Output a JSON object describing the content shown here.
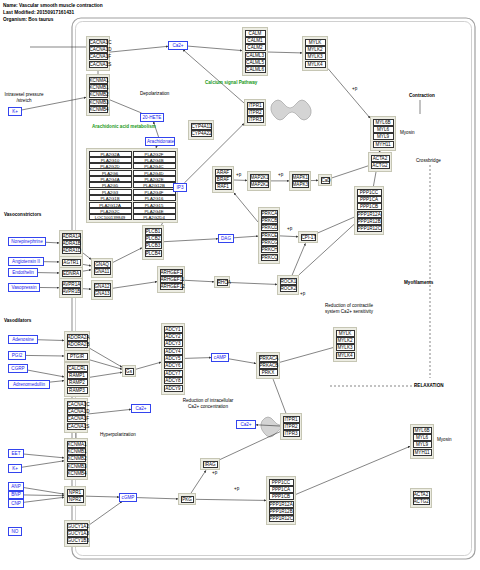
{
  "diagram": {
    "title": "Name: Vascular smooth muscle contraction",
    "nodes": [
      {
        "text": [
          "CACNA1C",
          "CACNA1D",
          "CACNA1F",
          "CACNA1S"
        ]
      },
      {
        "text": [
          "Ca2+"
        ]
      },
      {
        "text": [
          "CALM",
          "CALM1",
          "CALM2",
          "CALML3",
          "CALML5",
          "CALML6"
        ]
      },
      {
        "text": [
          "MYLK",
          "MYLK2",
          "MYLK3",
          "MYLK4"
        ]
      },
      {
        "text": [
          "KCNMA1",
          "KCNMB1",
          "KCNMB2",
          "KCNMB3",
          "KCNMB4"
        ]
      },
      {
        "text": [
          "K+"
        ]
      },
      {
        "text": [
          "20-HETE"
        ]
      },
      {
        "text": [
          "Arachidonate"
        ]
      },
      {
        "text": [
          "CYP4A11",
          "CYP4A22"
        ]
      },
      {
        "text": [
          "ITPR1",
          "ITPR2",
          "ITPR3"
        ]
      },
      {
        "text": [
          "MYL6B",
          "MYL6",
          "MYL9",
          "MYH11"
        ]
      },
      {
        "text": [
          "PLA2G2A",
          "PLA2G2F",
          "PLA2G10",
          "PLA2G4B",
          "PLA2G2D",
          "PLA2G4C",
          "PLA2G6",
          "PLA2G4D",
          "PLA2G4A",
          "PLA2G2E",
          "PLA2G5",
          "PLA2G12B",
          "PLA2G3",
          "PLA2G4F",
          "PLA2G1B",
          "PLA2G16",
          "PLA2G12A",
          "PLA2G15",
          "PLA2G2C",
          "PLA2G4E",
          "LOC100139849",
          "PLA2G2D4"
        ]
      },
      {
        "text": [
          "ACTA2",
          "ACTG2"
        ]
      },
      {
        "text": [
          "ARAF",
          "BRAF",
          "RAF1"
        ]
      },
      {
        "text": [
          "MAP2K1",
          "MAP2K2"
        ]
      },
      {
        "text": [
          "MAPK1",
          "MAPK3"
        ]
      },
      {
        "text": [
          "CaD"
        ]
      },
      {
        "text": [
          "IP3"
        ]
      },
      {
        "text": [
          "PLCB1",
          "PLCB2",
          "PLCB3",
          "PLCB4"
        ]
      },
      {
        "text": [
          "DAG"
        ]
      },
      {
        "text": [
          "PRKCA",
          "PRKCB",
          "PRKCD",
          "PRKCE",
          "PRKCG",
          "PRKCH",
          "PRKCQ"
        ]
      },
      {
        "text": [
          "CPI-17"
        ]
      },
      {
        "text": [
          "PPP1CC",
          "PPP1CA",
          "PPP1CB",
          "PPP1R12A",
          "PPP1R12B",
          "PPP1R12C"
        ]
      },
      {
        "text": [
          "Norepinephrine"
        ]
      },
      {
        "text": [
          "ADRA1A",
          "ADRA1B",
          "ADRA1D"
        ]
      },
      {
        "text": [
          "Angiotensin II"
        ]
      },
      {
        "text": [
          "AGTR1"
        ]
      },
      {
        "text": [
          "Endothelin"
        ]
      },
      {
        "text": [
          "EDNRA"
        ]
      },
      {
        "text": [
          "Vasopressin"
        ]
      },
      {
        "text": [
          "AVPR1A",
          "AVPR1B"
        ]
      },
      {
        "text": [
          "GNAQ",
          "GNA11"
        ]
      },
      {
        "text": [
          "GNA12",
          "GNA13"
        ]
      },
      {
        "text": [
          "ARHGEF1",
          "ARHGEF11",
          "ARHGEF12"
        ]
      },
      {
        "text": [
          "RHOA"
        ]
      },
      {
        "text": [
          "ROCK1",
          "ROCK2"
        ]
      },
      {
        "text": [
          "Adenosine"
        ]
      },
      {
        "text": [
          "ADORA2A",
          "ADORA2B"
        ]
      },
      {
        "text": [
          "PGI2"
        ]
      },
      {
        "text": [
          "PTGIR"
        ]
      },
      {
        "text": [
          "CGRP"
        ]
      },
      {
        "text": [
          "Adrenomedullin"
        ]
      },
      {
        "text": [
          "CALCRL",
          "RAMP1",
          "RAMP2",
          "RAMP3"
        ]
      },
      {
        "text": [
          "Gs"
        ]
      },
      {
        "text": [
          "ADCY1",
          "ADCY2",
          "ADCY3",
          "ADCY4",
          "ADCY5",
          "ADCY6",
          "ADCY7",
          "ADCY8",
          "ADCY9"
        ]
      },
      {
        "text": [
          "cAMP"
        ]
      },
      {
        "text": [
          "PRKACA",
          "PRKACB",
          "PRKX"
        ]
      },
      {
        "text": [
          "MYLK",
          "MYLK2",
          "MYLK3",
          "MYLK4"
        ]
      },
      {
        "text": [
          "CACNA1C",
          "CACNA1D",
          "CACNA1F",
          "CACNA1S"
        ]
      },
      {
        "text": [
          "Ca2+"
        ]
      },
      {
        "text": [
          "EET"
        ]
      },
      {
        "text": [
          "K+"
        ]
      },
      {
        "text": [
          "KCNMA1",
          "KCNMB1",
          "KCNMB2",
          "KCNMB3",
          "KCNMB4"
        ]
      },
      {
        "text": [
          "Ca2+"
        ]
      },
      {
        "text": [
          "ITPR1",
          "ITPR2",
          "ITPR3"
        ]
      },
      {
        "text": [
          "MYL6B",
          "MYL6",
          "MYL9",
          "MYH11"
        ]
      },
      {
        "text": [
          "IRAG"
        ]
      },
      {
        "text": [
          "ACTA2",
          "ACTG2"
        ]
      },
      {
        "text": [
          "ANP"
        ]
      },
      {
        "text": [
          "BNP"
        ]
      },
      {
        "text": [
          "CNP"
        ]
      },
      {
        "text": [
          "NPR1",
          "NPR2"
        ]
      },
      {
        "text": [
          "cGMP"
        ]
      },
      {
        "text": [
          "PKG"
        ]
      },
      {
        "text": [
          "PPP1CC",
          "PPP1CA",
          "PPP1CB",
          "PPP1R12A",
          "PPP1R12B",
          "PPP1R12C"
        ]
      },
      {
        "text": [
          "NO"
        ]
      },
      {
        "text": [
          "GUCY1A2",
          "GUCY1A3",
          "GUCY1B3"
        ]
      }
    ],
    "edges": [
      {
        "from": 0,
        "to": 1,
        "arrow": "to"
      },
      {
        "from": 1,
        "to": 2,
        "arrow": "to"
      },
      {
        "from": 2,
        "to": 3,
        "arrow": "to"
      },
      {
        "from": 3,
        "to": 10,
        "arrow": "to"
      },
      {
        "from": 7,
        "to": 6,
        "arrow": "to"
      },
      {
        "from": 11,
        "to": 7,
        "arrow": "to"
      },
      {
        "from": 6,
        "to": 4,
        "arrow": "none"
      },
      {
        "from": 9,
        "to": 1,
        "arrow": "to"
      },
      {
        "from": 17,
        "to": 9,
        "arrow": "to"
      },
      {
        "from": 18,
        "to": 17,
        "arrow": "to"
      },
      {
        "from": 18,
        "to": 19,
        "arrow": "to"
      },
      {
        "from": 19,
        "to": 20,
        "arrow": "to"
      },
      {
        "from": 20,
        "to": 13,
        "arrow": "to"
      },
      {
        "from": 13,
        "to": 14,
        "arrow": "to"
      },
      {
        "from": 14,
        "to": 15,
        "arrow": "to"
      },
      {
        "from": 15,
        "to": 16,
        "arrow": "to"
      },
      {
        "from": 20,
        "to": 21,
        "arrow": "to"
      },
      {
        "from": 21,
        "to": 22,
        "arrow": "none"
      },
      {
        "from": 35,
        "to": 21,
        "arrow": "to"
      },
      {
        "from": 35,
        "to": 22,
        "arrow": "none"
      },
      {
        "from": 22,
        "to": 10,
        "arrow": "to"
      },
      {
        "from": 23,
        "to": 24,
        "arrow": "to"
      },
      {
        "from": 25,
        "to": 26,
        "arrow": "to"
      },
      {
        "from": 27,
        "to": 28,
        "arrow": "to"
      },
      {
        "from": 29,
        "to": 30,
        "arrow": "to"
      },
      {
        "from": 24,
        "to": 31,
        "arrow": "to"
      },
      {
        "from": 26,
        "to": 31,
        "arrow": "to"
      },
      {
        "from": 30,
        "to": 32,
        "arrow": "to"
      },
      {
        "from": 31,
        "to": 18,
        "arrow": "to"
      },
      {
        "from": 32,
        "to": 33,
        "arrow": "to"
      },
      {
        "from": 33,
        "to": 34,
        "arrow": "to"
      },
      {
        "from": 34,
        "to": 35,
        "arrow": "to"
      },
      {
        "from": 36,
        "to": 37,
        "arrow": "to"
      },
      {
        "from": 38,
        "to": 39,
        "arrow": "to"
      },
      {
        "from": 40,
        "to": 42,
        "arrow": "to"
      },
      {
        "from": 41,
        "to": 42,
        "arrow": "to"
      },
      {
        "from": 37,
        "to": 43,
        "arrow": "to"
      },
      {
        "from": 39,
        "to": 43,
        "arrow": "to"
      },
      {
        "from": 42,
        "to": 43,
        "arrow": "to"
      },
      {
        "from": 43,
        "to": 44,
        "arrow": "to"
      },
      {
        "from": 44,
        "to": 45,
        "arrow": "to"
      },
      {
        "from": 45,
        "to": 46,
        "arrow": "to"
      },
      {
        "from": 46,
        "to": 47,
        "arrow": "none"
      },
      {
        "from": 48,
        "to": 49,
        "arrow": "to"
      },
      {
        "from": 50,
        "to": 52,
        "arrow": "to"
      },
      {
        "from": 51,
        "to": 52,
        "arrow": "to"
      },
      {
        "from": 58,
        "to": 61,
        "arrow": "to"
      },
      {
        "from": 59,
        "to": 61,
        "arrow": "to"
      },
      {
        "from": 60,
        "to": 61,
        "arrow": "to"
      },
      {
        "from": 61,
        "to": 62,
        "arrow": "to"
      },
      {
        "from": 66,
        "to": 62,
        "arrow": "to"
      },
      {
        "from": 62,
        "to": 63,
        "arrow": "to"
      },
      {
        "from": 63,
        "to": 56,
        "arrow": "to"
      },
      {
        "from": 56,
        "to": 54,
        "arrow": "none"
      },
      {
        "from": 54,
        "to": 53,
        "arrow": "to"
      },
      {
        "from": 63,
        "to": 64,
        "arrow": "to"
      },
      {
        "from": 64,
        "to": 55,
        "arrow": "to"
      },
      {
        "from": 46,
        "to": 54,
        "arrow": "none"
      },
      {
        "from": 5,
        "to": 4,
        "arrow": "to"
      },
      {
        "from": 4,
        "to": 0,
        "arrow": "none"
      },
      {
        "from": 52,
        "to": 48,
        "arrow": "none"
      },
      {
        "from": 16,
        "to": 12,
        "arrow": "none"
      },
      {
        "from": 28,
        "to": 31,
        "arrow": "to"
      }
    ],
    "labels": [
      "Last Modified: 20150917161431",
      "Organism: Bos taurus",
      "Intravesel pressure /stretch",
      "Depolarization",
      "Arachidonic acid metabolism",
      "Calcium signal Pathway",
      "Contraction",
      "Myosin",
      "Crossbridge",
      "Vasoconstrictors",
      "Myofilaments",
      "Vasodilators",
      "Reduction of contractile system Ca2+ sensitivity",
      "RELAXATION",
      "Reduction of intracellular Ca2+ concentration",
      "Hyperpolarization",
      "Myosin",
      "+p",
      "+p",
      "+p",
      "+p",
      "+p",
      "+p",
      "+p"
    ]
  }
}
